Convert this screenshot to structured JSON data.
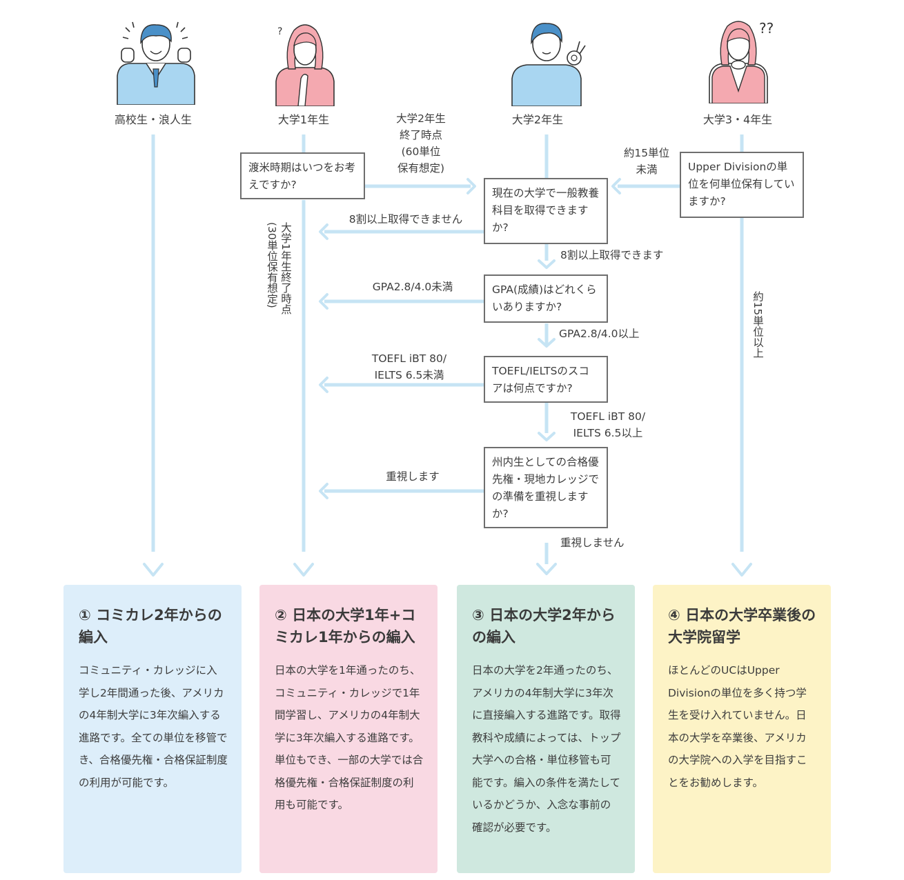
{
  "people": [
    {
      "label": "高校生・浪人生",
      "icon": "cheering-student-icon"
    },
    {
      "label": "大学1年生",
      "icon": "thinking-student-icon"
    },
    {
      "label": "大学2年生",
      "icon": "ok-sign-student-icon"
    },
    {
      "label": "大学3・4年生",
      "icon": "confused-student-icon"
    }
  ],
  "questions": {
    "q_timing": "渡米時期はいつをお考えですか?",
    "q_credits": "現在の大学で一般教養科目を取得できますか?",
    "q_gpa": "GPA(成績)はどれくらいありますか?",
    "q_toefl": "TOEFL/IELTSのスコアは何点ですか?",
    "q_priority": "州内生としての合格優先権・現地カレッジでの準備を重視しますか?",
    "q_upper": "Upper Divisionの単位を何単位保有していますか?"
  },
  "edges": {
    "year2_end": [
      "大学2年生",
      "終了時点",
      "(60単位",
      "保有想定)"
    ],
    "year1_end": "大学1年生終了時点",
    "year1_end_note": "(30単位保有想定)",
    "credits_no": "8割以上取得できません",
    "credits_yes": "8割以上取得できます",
    "gpa_low": "GPA2.8/4.0未満",
    "gpa_high": "GPA2.8/4.0以上",
    "toefl_low": [
      "TOEFL iBT 80/",
      "IELTS 6.5未満"
    ],
    "toefl_high": [
      "TOEFL iBT 80/",
      "IELTS 6.5以上"
    ],
    "priority_yes": "重視します",
    "priority_no": "重視しません",
    "upper_few": [
      "約15単位",
      "未満"
    ],
    "upper_many": "約15単位以上"
  },
  "cards": [
    {
      "title": "① コミカレ2年からの編入",
      "body": "コミュニティ・カレッジに入学し2年間通った後、アメリカの4年制大学に3年次編入する進路です。全ての単位を移管でき、合格優先権・合格保証制度の利用が可能です。",
      "color": "#ddeefa"
    },
    {
      "title": "② 日本の大学1年+コミカレ1年からの編入",
      "body": "日本の大学を1年通ったのち、コミュニティ・カレッジで1年間学習し、アメリカの4年制大学に3年次編入する進路です。単位もでき、一部の大学では合格優先権・合格保証制度の利用も可能です。",
      "color": "#f9d9e3"
    },
    {
      "title": "③ 日本の大学2年からの編入",
      "body": "日本の大学を2年通ったのち、アメリカの4年制大学に3年次に直接編入する進路です。取得教科や成績によっては、トップ大学への合格・単位移管も可能です。編入の条件を満たしているかどうか、入念な事前の確認が必要です。",
      "color": "#cfe8df"
    },
    {
      "title": "④ 日本の大学卒業後の大学院留学",
      "body": "ほとんどのUCはUpper Divisionの単位を多く持つ学生を受け入れていません。日本の大学を卒業後、アメリカの大学院への入学を目指すことをお勧めします。",
      "color": "#fdf3c6"
    }
  ],
  "colors": {
    "flow_line": "#c6e4f4",
    "box_border": "#6e6e6e",
    "hair": "#4a90c8",
    "skin": "#ffffff",
    "blue_cloth": "#a9d6f1",
    "pink_cloth": "#f4a9b0"
  }
}
